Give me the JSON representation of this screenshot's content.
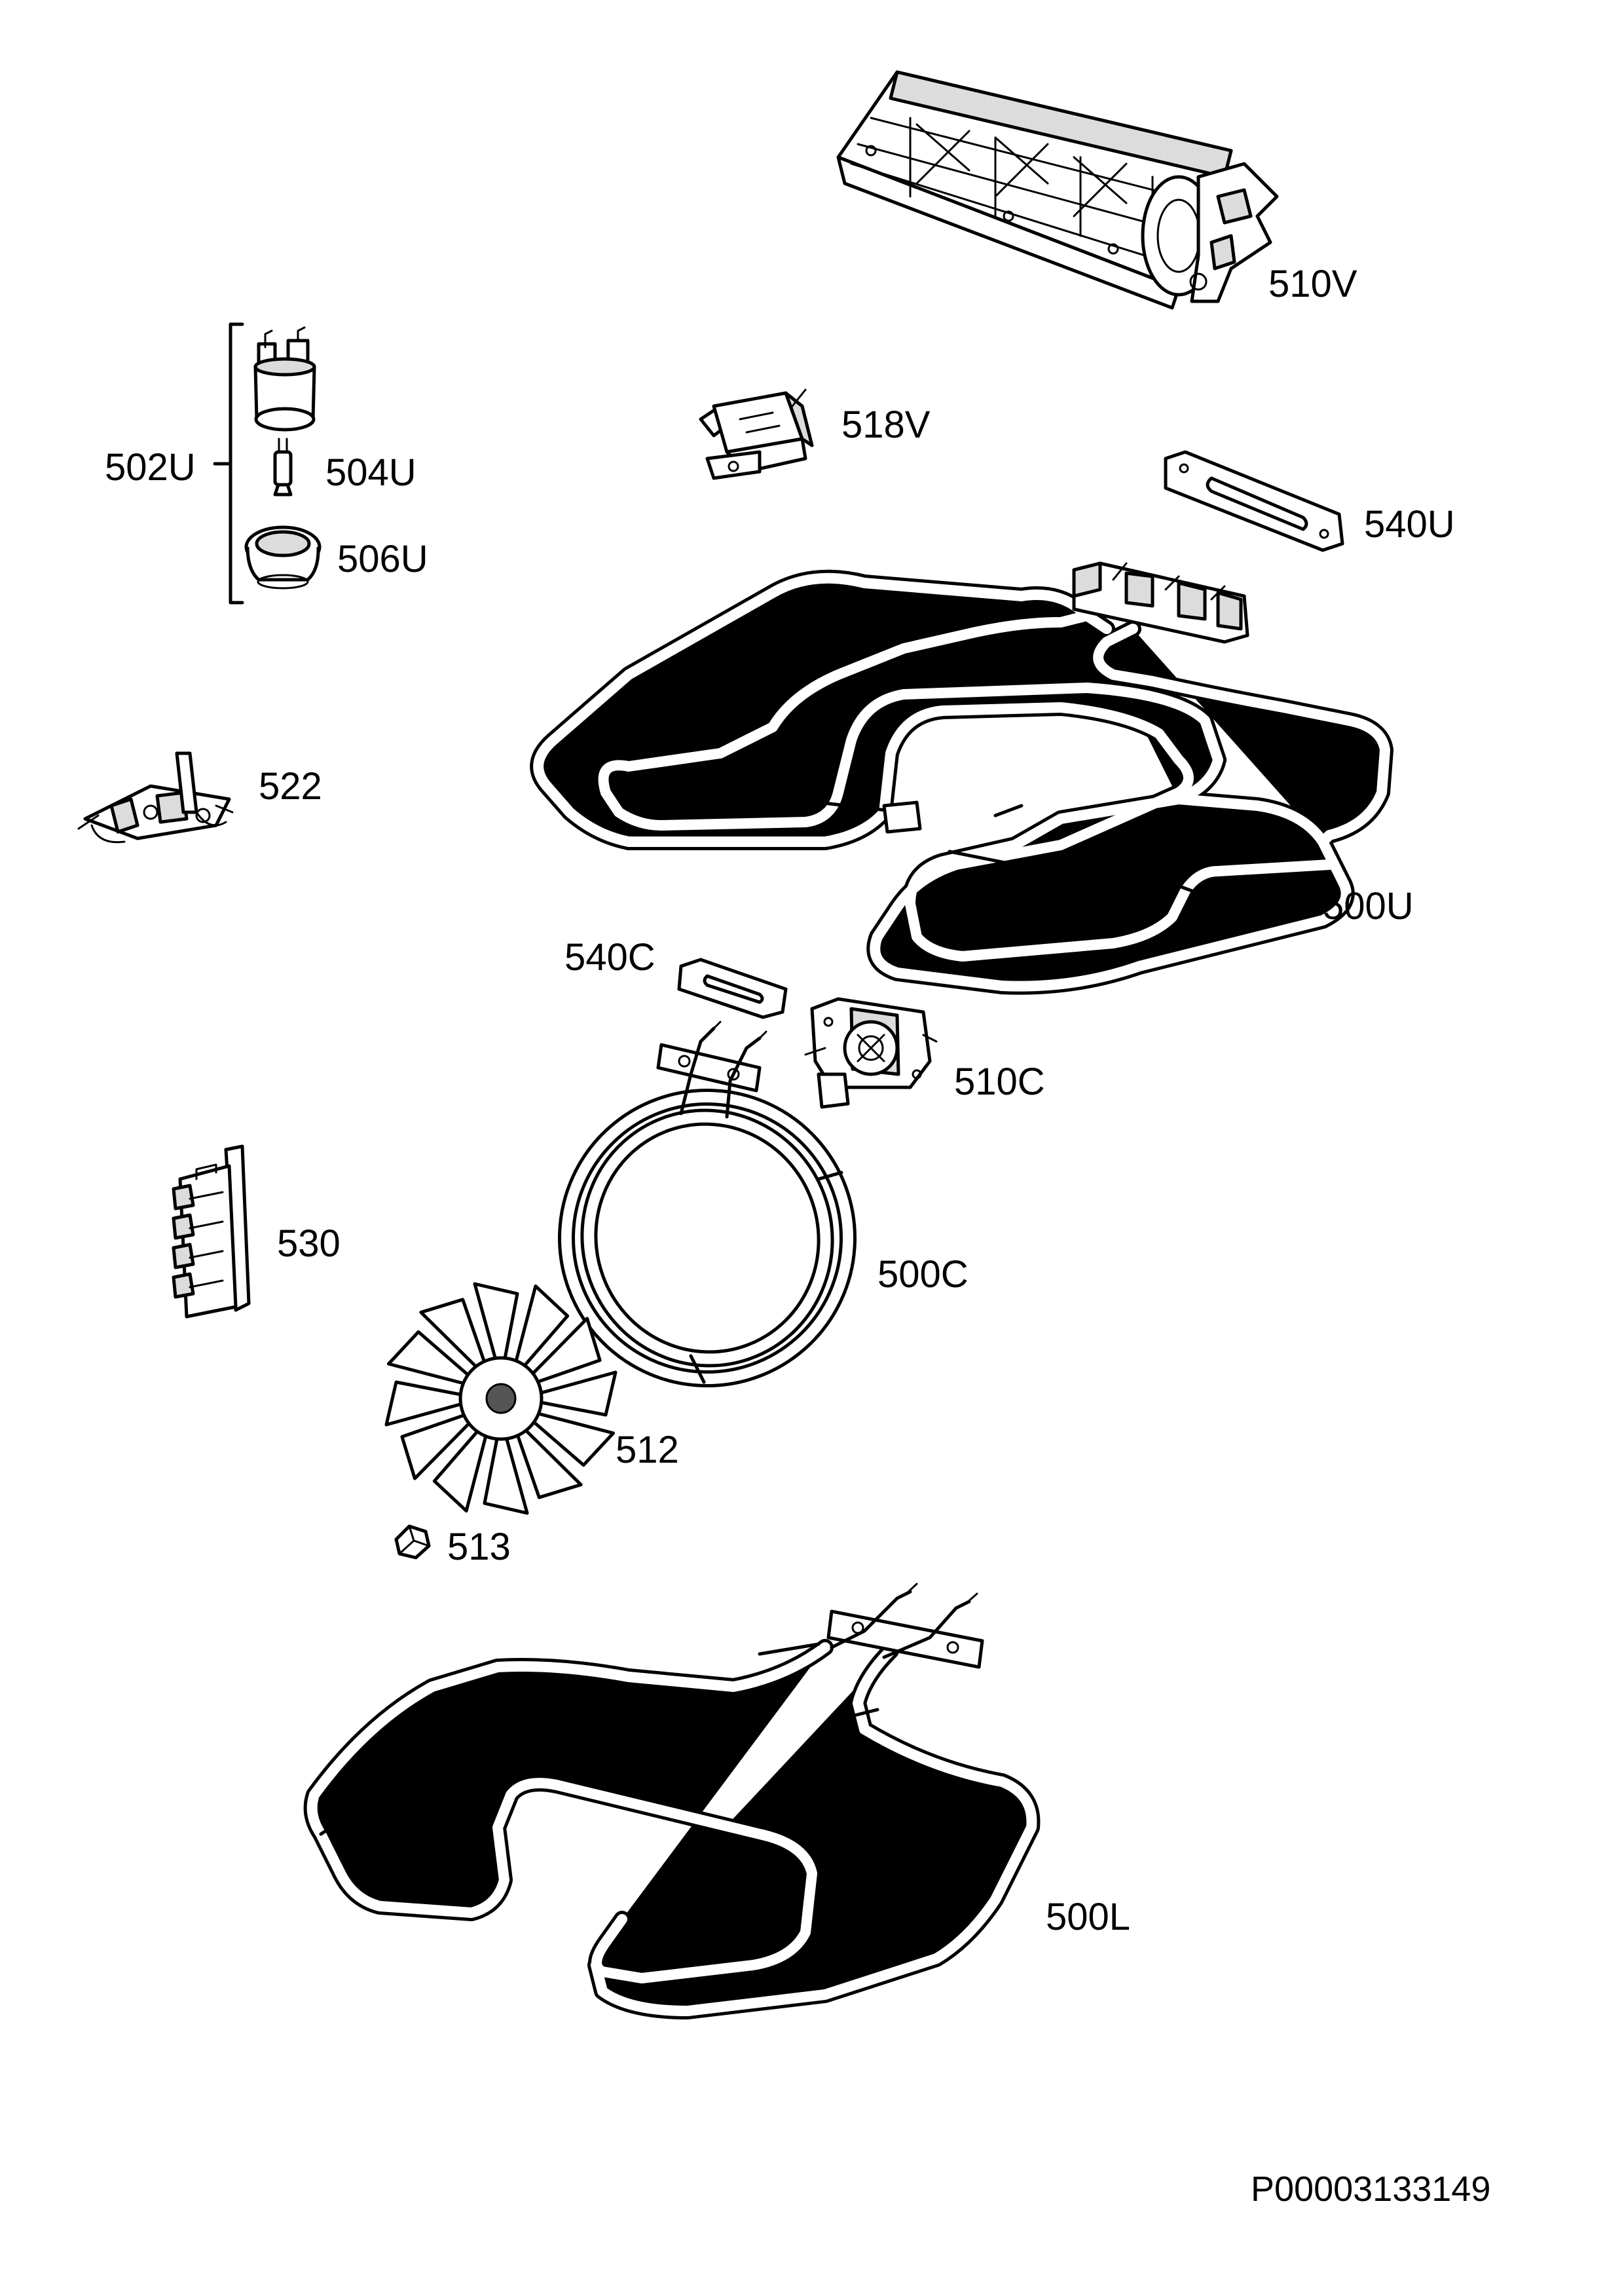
{
  "diagram": {
    "reference_code": "P00003133149",
    "parts": [
      {
        "id": "fan-heater-assembly",
        "label": "510V"
      },
      {
        "id": "group-lamp",
        "label": "502U"
      },
      {
        "id": "lamp-bulb",
        "label": "504U"
      },
      {
        "id": "lamp-cover",
        "label": "506U"
      },
      {
        "id": "thermostat-switch",
        "label": "518V"
      },
      {
        "id": "gasket-upper",
        "label": "540U"
      },
      {
        "id": "connector-bracket",
        "label": "522"
      },
      {
        "id": "upper-heating-element",
        "label": "500U"
      },
      {
        "id": "gasket-circular",
        "label": "540C"
      },
      {
        "id": "fan-motor",
        "label": "510C"
      },
      {
        "id": "terminal-block",
        "label": "530"
      },
      {
        "id": "circular-heating-element",
        "label": "500C"
      },
      {
        "id": "fan-blade",
        "label": "512"
      },
      {
        "id": "fan-nut",
        "label": "513"
      },
      {
        "id": "lower-heating-element",
        "label": "500L"
      }
    ]
  }
}
